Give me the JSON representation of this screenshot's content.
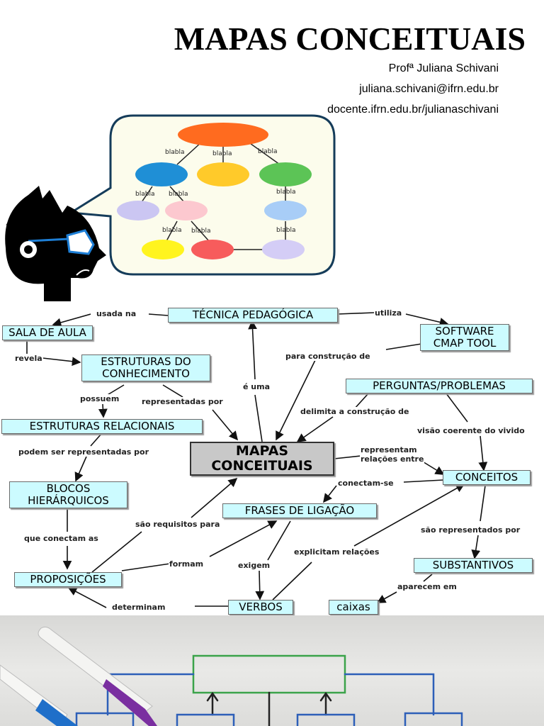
{
  "header": {
    "title": "MAPAS CONCEITUAIS",
    "author": "Profª Juliana Schivani",
    "email": "juliana.schivani@ifrn.edu.br",
    "site": "docente.ifrn.edu.br/julianaschivani"
  },
  "bubble": {
    "link_text": "blabla"
  },
  "concept_map": {
    "nodes": {
      "tecnica": "TÉCNICA PEDAGÓGICA",
      "sala": "SALA DE AULA",
      "software_1": "SOFTWARE",
      "software_2": "CMAP TOOL",
      "estruturas_1": "ESTRUTURAS DO",
      "estruturas_2": "CONHECIMENTO",
      "perguntas": "PERGUNTAS/PROBLEMAS",
      "relacionais": "ESTRUTURAS RELACIONAIS",
      "mapas_1": "MAPAS",
      "mapas_2": "CONCEITUAIS",
      "blocos_1": "BLOCOS",
      "blocos_2": "HIERÁRQUICOS",
      "conceitos": "CONCEITOS",
      "frases": "FRASES DE LIGAÇÃO",
      "proposicoes": "PROPOSIÇÕES",
      "substantivos": "SUBSTANTIVOS",
      "verbos": "VERBOS",
      "caixas": "caixas"
    },
    "links": {
      "usada_na": "usada na",
      "utiliza": "utiliza",
      "revela": "revela",
      "para_construcao": "para construção de",
      "e_uma": "é uma",
      "possuem": "possuem",
      "representadas_por": "representadas por",
      "delimita": "delimita a construção de",
      "visao": "visão coerente do vivido",
      "podem_ser": "podem ser representadas por",
      "representam_1": "representam",
      "representam_2": "relações entre",
      "conectam_se": "conectam-se",
      "sao_requisitos": "são requisitos para",
      "que_conectam": "que conectam as",
      "sao_representados": "são representados por",
      "explicitam": "explicitam relações",
      "formam": "formam",
      "exigem": "exigem",
      "aparecem": "aparecem em",
      "determinam": "determinam"
    }
  }
}
